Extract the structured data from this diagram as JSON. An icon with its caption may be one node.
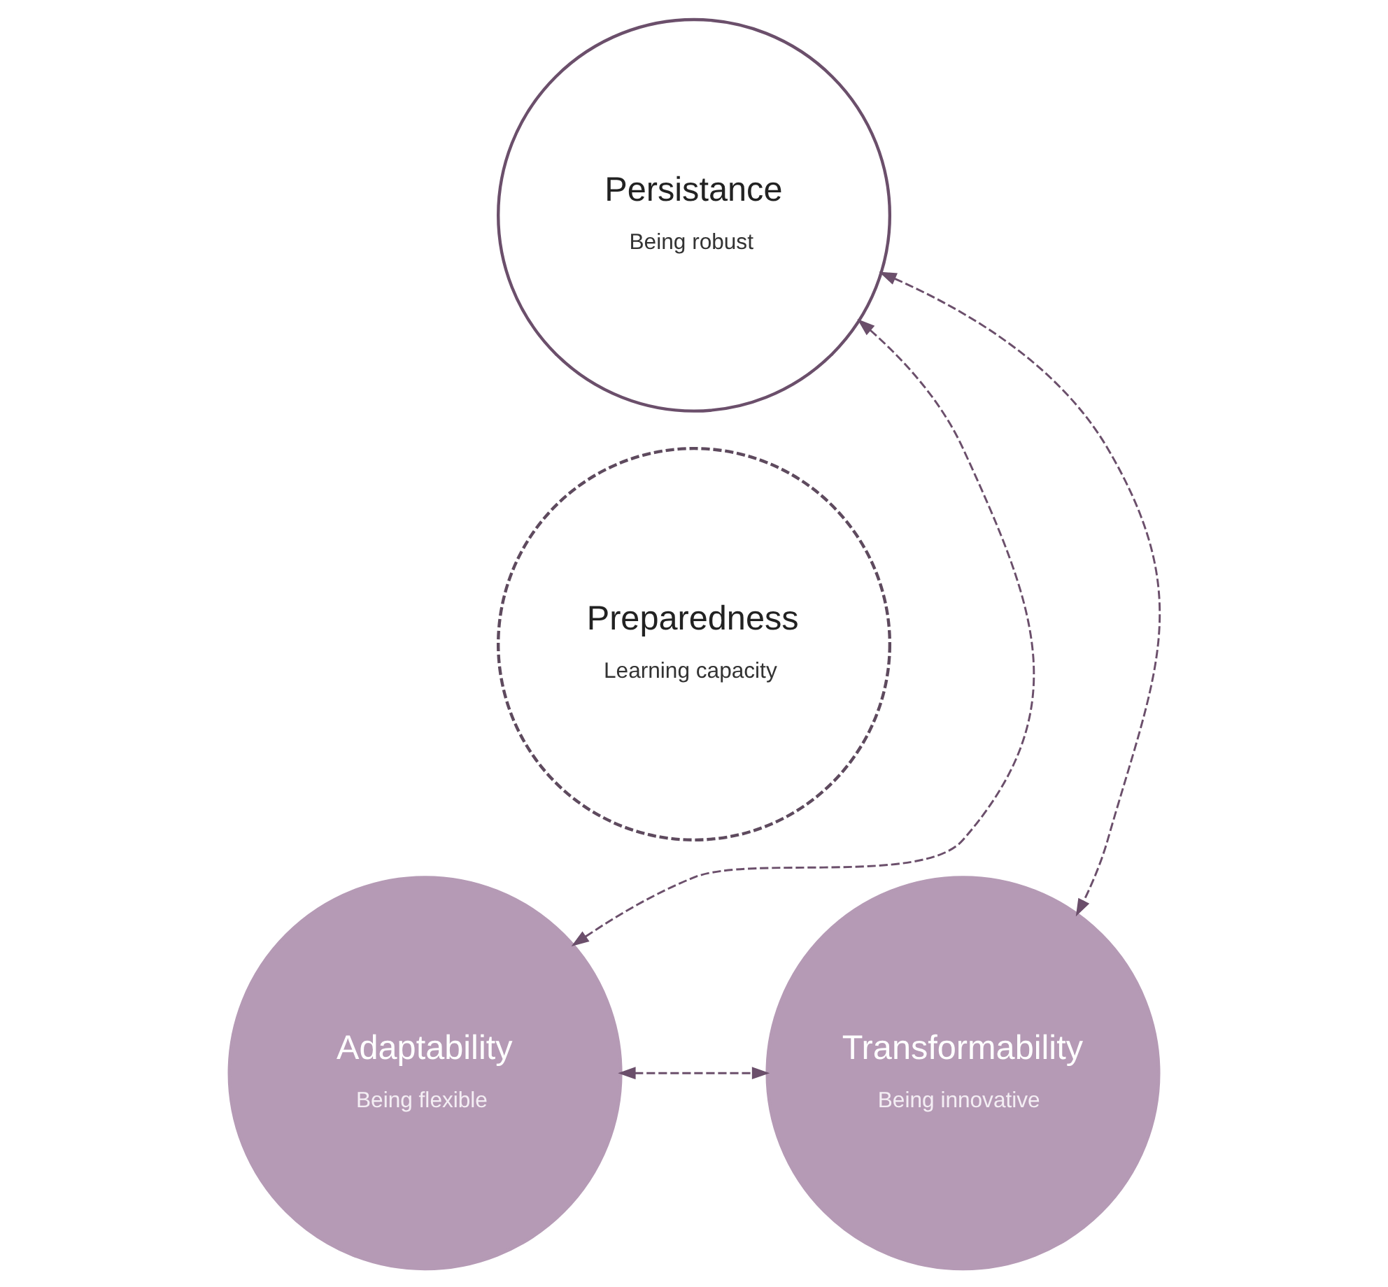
{
  "diagram": {
    "nodes": [
      {
        "text": [
          "Persistance",
          "Being robust"
        ]
      },
      {
        "text": [
          "Preparedness",
          "Learning capacity"
        ]
      },
      {
        "text": [
          "Adaptability",
          "Being flexible"
        ]
      },
      {
        "text": [
          "Transformability",
          "Being innovative"
        ]
      }
    ],
    "edges": [
      {
        "from": 0,
        "to": 2,
        "arrow": "both",
        "style": "dashed"
      },
      {
        "from": 0,
        "to": 3,
        "arrow": "both",
        "style": "dashed"
      },
      {
        "from": 2,
        "to": 3,
        "arrow": "both",
        "style": "dashed"
      }
    ]
  }
}
